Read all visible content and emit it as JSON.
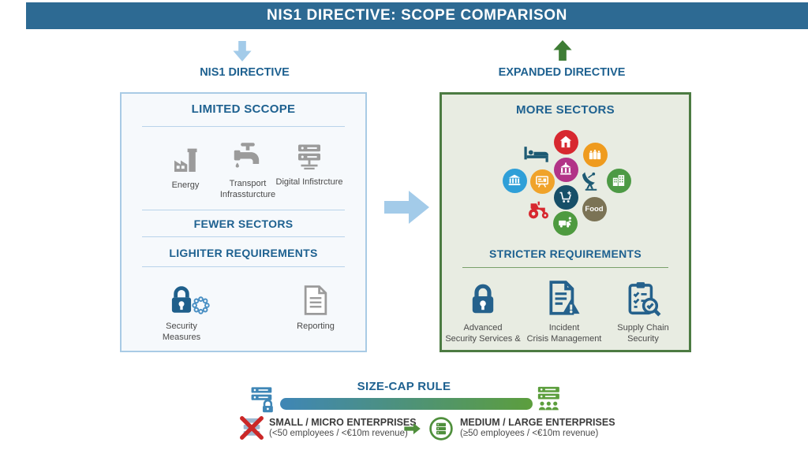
{
  "colors": {
    "topbar": "#2d6a93",
    "heading": "#1e6190",
    "box-blue-bg": "#f6f9fc",
    "box-blue-border": "#a9cbe5",
    "line-blue": "#b9d3ea",
    "box-green-bg": "#e8ece2",
    "box-green-border": "#4c7b42",
    "line-green": "#79a06a",
    "gray-icon": "#9b9b9b",
    "steel-icon": "#25618c",
    "lock-blue": "#1f5f8b",
    "chain-blue": "#4a90c4",
    "arrow-blue": "#a3cbe9",
    "arrow-green": "#3e7d35",
    "bar-left": "#3f86b6",
    "bar-right": "#5c9e3d",
    "excluded-red": "#cb2727",
    "included-green": "#4f8f3c"
  },
  "title": "NIS1 DIRECTIVE: SCOPE COMPARISON",
  "left": {
    "header": "NIS1 DIRECTIVE",
    "box_title": "LIMITED SCCOPE",
    "sectors": [
      {
        "label": "Energy",
        "icon": "factory-icon"
      },
      {
        "label": "Transport Infrassturcture",
        "icon": "faucet-icon"
      },
      {
        "label": "Digital Infistrcture",
        "icon": "server-icon"
      }
    ],
    "band1": "FEWER SECTORS",
    "band2": "LIGHITER REQUIREMENTS",
    "requirements": [
      {
        "label": "Security Measures",
        "icon": "lock-chain-icon"
      },
      {
        "label": "Reporting",
        "icon": "document-icon"
      }
    ]
  },
  "right": {
    "header": "EXPANDED DIRECTIVE",
    "box_title": "MORE SECTORS",
    "sectors": [
      {
        "name": "healthcare-bed",
        "icon": "bed-icon",
        "style": "plain",
        "color": "#1d5a73"
      },
      {
        "name": "housing",
        "icon": "house-icon",
        "style": "circle",
        "color": "#d7282f"
      },
      {
        "name": "pharmacy",
        "icon": "bottles-icon",
        "style": "circle",
        "color": "#ef9b1e"
      },
      {
        "name": "public-administration",
        "icon": "bank-ornate-icon",
        "style": "circle",
        "color": "#b23387"
      },
      {
        "name": "banking",
        "icon": "bank-columns-icon",
        "style": "circle",
        "color": "#2f9fd8"
      },
      {
        "name": "digital-board",
        "icon": "board-icon",
        "style": "circle",
        "color": "#f0a32a"
      },
      {
        "name": "space-satellite",
        "icon": "satellite-icon",
        "style": "plain",
        "color": "#1d5a73"
      },
      {
        "name": "manufacturing",
        "icon": "buildings-icon",
        "style": "circle",
        "color": "#4d9a45"
      },
      {
        "name": "retail-cart",
        "icon": "cart-icon",
        "style": "circle",
        "color": "#174f68"
      },
      {
        "name": "agriculture-tractor",
        "icon": "tractor-icon",
        "style": "plain",
        "color": "#d7282f"
      },
      {
        "name": "food",
        "icon": "food-label",
        "style": "circle",
        "color": "#7b7355",
        "label": "Food"
      },
      {
        "name": "postal-delivery",
        "icon": "truck-icon",
        "style": "circle",
        "color": "#4e9a3f"
      }
    ],
    "req_title": "STRICTER REQUIREMENTS",
    "requirements": [
      {
        "line1": "Advanced",
        "line2": "Security Services &",
        "icon": "lock-icon"
      },
      {
        "line1": "Incident",
        "line2": "Crisis Management",
        "icon": "incident-report-icon"
      },
      {
        "line1": "Supply Chain",
        "line2": "Security",
        "icon": "supply-chain-audit-icon"
      }
    ]
  },
  "size_cap": {
    "title": "SIZE-CAP RULE",
    "excluded_title": "SMALL / MICRO ENTERPRISES",
    "excluded_sub": "(<50 employees / <€10m revenue)",
    "included_title": "MEDIUM / LARGE ENTERPRISES",
    "included_sub": "(≥50 employees / <€10m revenue)"
  }
}
